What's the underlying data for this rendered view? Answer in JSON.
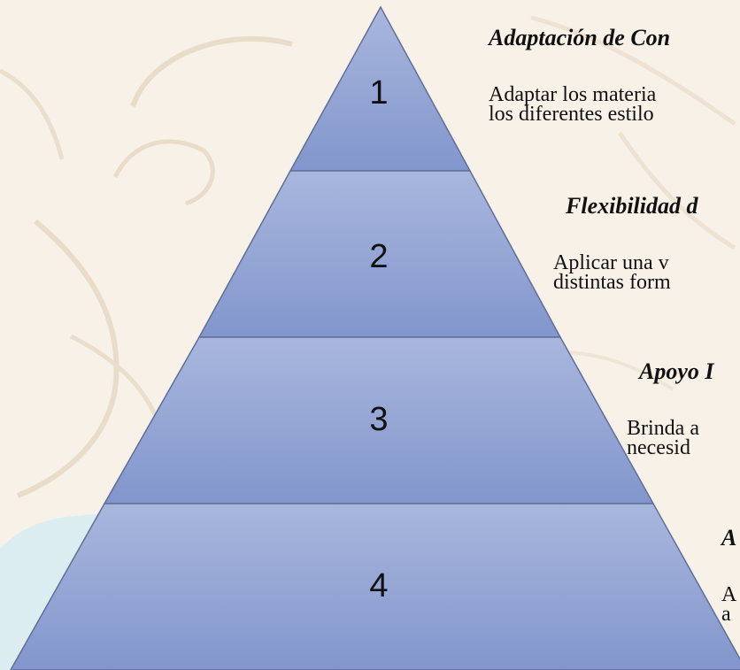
{
  "levels": [
    {
      "number": "1",
      "title": "Adaptación de Con",
      "text_line1": "Adaptar los materia",
      "text_line2": "los diferentes estilo"
    },
    {
      "number": "2",
      "title": "Flexibilidad d",
      "text_line1": "Aplicar una v",
      "text_line2": "distintas form"
    },
    {
      "number": "3",
      "title": "Apoyo I",
      "text_line1": "Brinda a",
      "text_line2": "necesid"
    },
    {
      "number": "4",
      "title": "A",
      "text_line1": "A",
      "text_line2": "a"
    }
  ],
  "colors": {
    "pyramid_top": "#a9b7dd",
    "pyramid_bottom": "#8095cd",
    "outline": "#5f6f98",
    "background": "#f7f1e8",
    "sketch_blue": "#cfe6ee"
  }
}
